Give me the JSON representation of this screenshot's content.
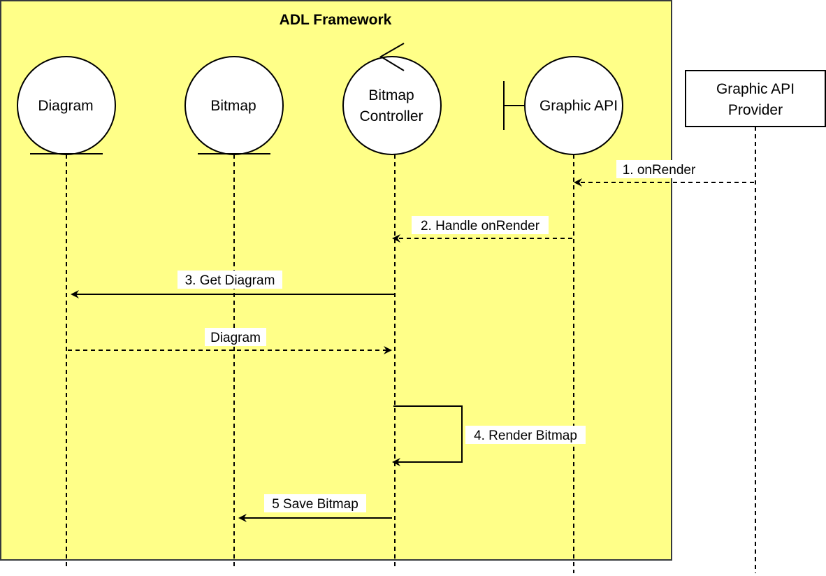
{
  "colors": {
    "frame_fill": "#ffff88",
    "frame_border": "#36393d",
    "line": "#000000",
    "label_background": "#ffffff"
  },
  "frame": {
    "title": "ADL Framework"
  },
  "participants": [
    {
      "id": "diagram",
      "shape": "entity",
      "label_lines": [
        "Diagram"
      ]
    },
    {
      "id": "bitmap",
      "shape": "entity",
      "label_lines": [
        "Bitmap"
      ]
    },
    {
      "id": "bitmap_controller",
      "shape": "control",
      "label_lines": [
        "Bitmap",
        "Controller"
      ]
    },
    {
      "id": "graphic_api",
      "shape": "boundary",
      "label_lines": [
        "Graphic API"
      ]
    },
    {
      "id": "graphic_api_provider",
      "shape": "box",
      "label_lines": [
        "Graphic API",
        "Provider"
      ]
    }
  ],
  "messages": [
    {
      "id": "msg1",
      "label": "1. onRender",
      "from": "graphic_api_provider",
      "to": "graphic_api",
      "style": "dashed"
    },
    {
      "id": "msg2",
      "label": "2. Handle onRender",
      "from": "graphic_api",
      "to": "bitmap_controller",
      "style": "dashed"
    },
    {
      "id": "msg3",
      "label": "3. Get Diagram",
      "from": "bitmap_controller",
      "to": "diagram",
      "style": "solid"
    },
    {
      "id": "msg3r",
      "label": "Diagram",
      "from": "diagram",
      "to": "bitmap_controller",
      "style": "dashed"
    },
    {
      "id": "msg4",
      "label": "4. Render Bitmap",
      "from": "bitmap_controller",
      "to": "bitmap_controller",
      "style": "solid"
    },
    {
      "id": "msg5",
      "label": "5 Save Bitmap",
      "from": "bitmap_controller",
      "to": "bitmap",
      "style": "solid"
    }
  ]
}
